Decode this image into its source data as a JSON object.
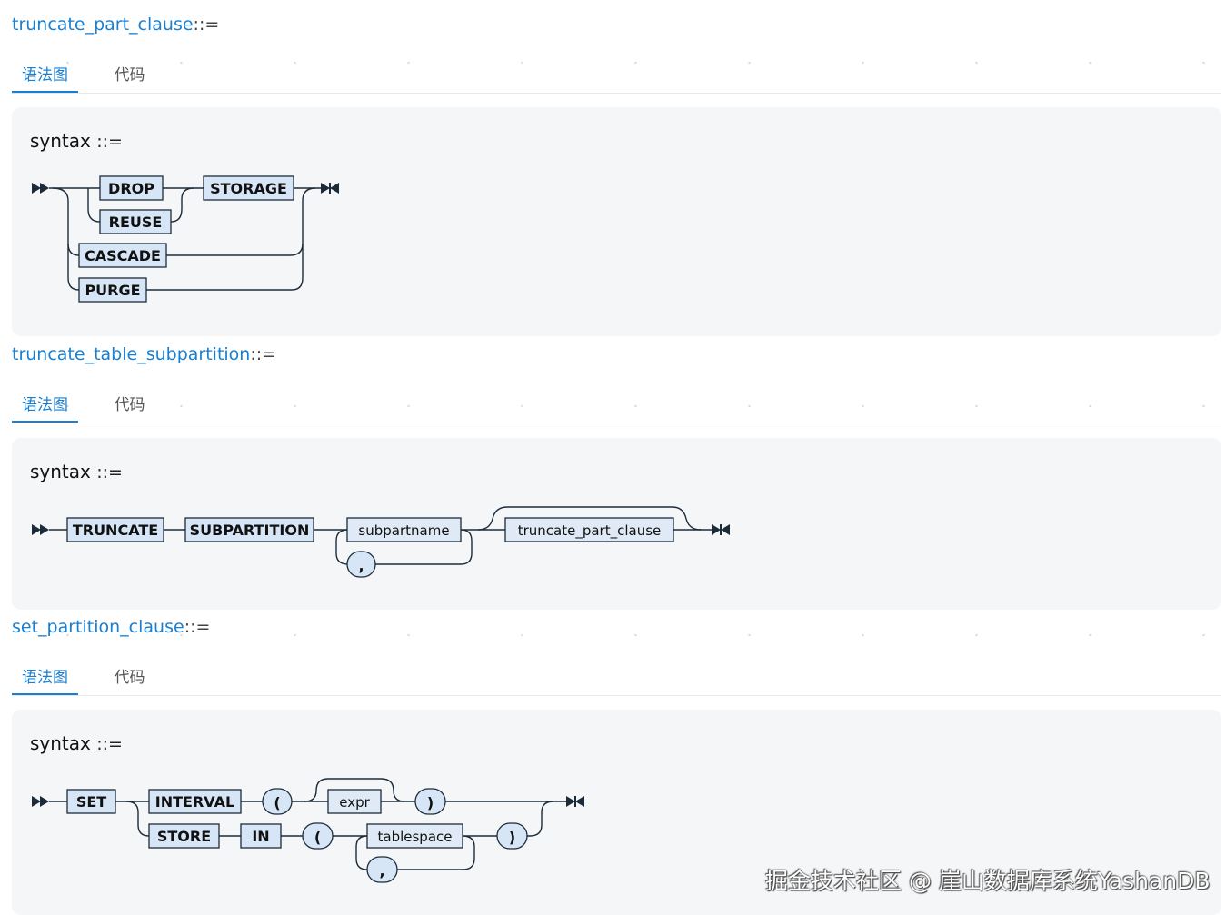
{
  "tabs": {
    "diagram_label": "语法图",
    "code_label": "代码"
  },
  "sections": [
    {
      "rule_name": "truncate_part_clause",
      "rule_def": "::=",
      "syntax_label": "syntax",
      "syntax_def": "::=",
      "items": {
        "drop": "DROP",
        "reuse": "REUSE",
        "storage": "STORAGE",
        "cascade": "CASCADE",
        "purge": "PURGE"
      }
    },
    {
      "rule_name": "truncate_table_subpartition",
      "rule_def": "::=",
      "syntax_label": "syntax",
      "syntax_def": "::=",
      "items": {
        "truncate": "TRUNCATE",
        "subpartition": "SUBPARTITION",
        "subpartname": "subpartname",
        "comma": ",",
        "truncate_part_clause": "truncate_part_clause"
      }
    },
    {
      "rule_name": "set_partition_clause",
      "rule_def": "::=",
      "syntax_label": "syntax",
      "syntax_def": "::=",
      "items": {
        "set": "SET",
        "interval": "INTERVAL",
        "lparen": "(",
        "expr": "expr",
        "rparen": ")",
        "store": "STORE",
        "in": "IN",
        "lparen2": "(",
        "tablespace": "tablespace",
        "comma": ",",
        "rparen2": ")"
      }
    }
  ],
  "watermark": "掘金技术社区 @ 崖山数据库系统YashanDB",
  "colors": {
    "link": "#1a7fd0",
    "panel_bg": "#f4f6f8",
    "box_fill": "#d7e6f6",
    "line": "#1c2b3a"
  }
}
